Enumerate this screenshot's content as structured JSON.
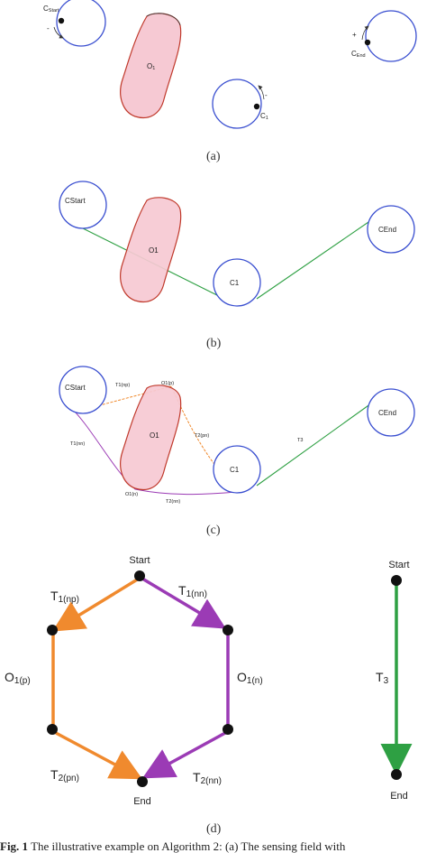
{
  "panels": {
    "a": {
      "label": "(a)",
      "c_start": "C",
      "c_start_sub": "Start",
      "c1": "C",
      "c1_sub": "1",
      "c_end": "C",
      "c_end_sub": "End",
      "o1": "O",
      "o1_sub": "1",
      "minus_left": "-",
      "minus_right": "-",
      "plus_end": "+"
    },
    "b": {
      "label": "(b)",
      "c_start": "CStart",
      "c1": "C1",
      "c_end": "CEnd",
      "o1": "O1"
    },
    "c": {
      "label": "(c)",
      "c_start": "CStart",
      "c1": "C1",
      "c_end": "CEnd",
      "o1": "O1",
      "t1np": "T1(np)",
      "t1nn": "T1(nn)",
      "t2pn": "T2(pn)",
      "t2nn": "T2(nn)",
      "t3": "T3",
      "o1p": "O1(p)",
      "o1n": "O1(n)"
    },
    "d": {
      "label": "(d)",
      "start": "Start",
      "end": "End",
      "t1np": "T",
      "t1np_sub": "1(np)",
      "t1nn": "T",
      "t1nn_sub": "1(nn)",
      "o1p": "O",
      "o1p_sub": "1(p)",
      "o1n": "O",
      "o1n_sub": "1(n)",
      "t2pn": "T",
      "t2pn_sub": "2(pn)",
      "t2nn": "T",
      "t2nn_sub": "2(nn)",
      "start2": "Start",
      "t3": "T",
      "t3_sub": "3",
      "end2": "End"
    }
  },
  "caption": {
    "fig": "Fig. 1",
    "text": "The illustrative example on Algorithm 2: (a) The sensing field with"
  },
  "colors": {
    "circle": "#3a4fd0",
    "obstacle_fill": "#f6c9d3",
    "obstacle_edge": "#c0392b",
    "green_path": "#2ea043",
    "orange_path": "#f08a2e",
    "purple_path": "#9b3bb5",
    "node": "#111111"
  }
}
